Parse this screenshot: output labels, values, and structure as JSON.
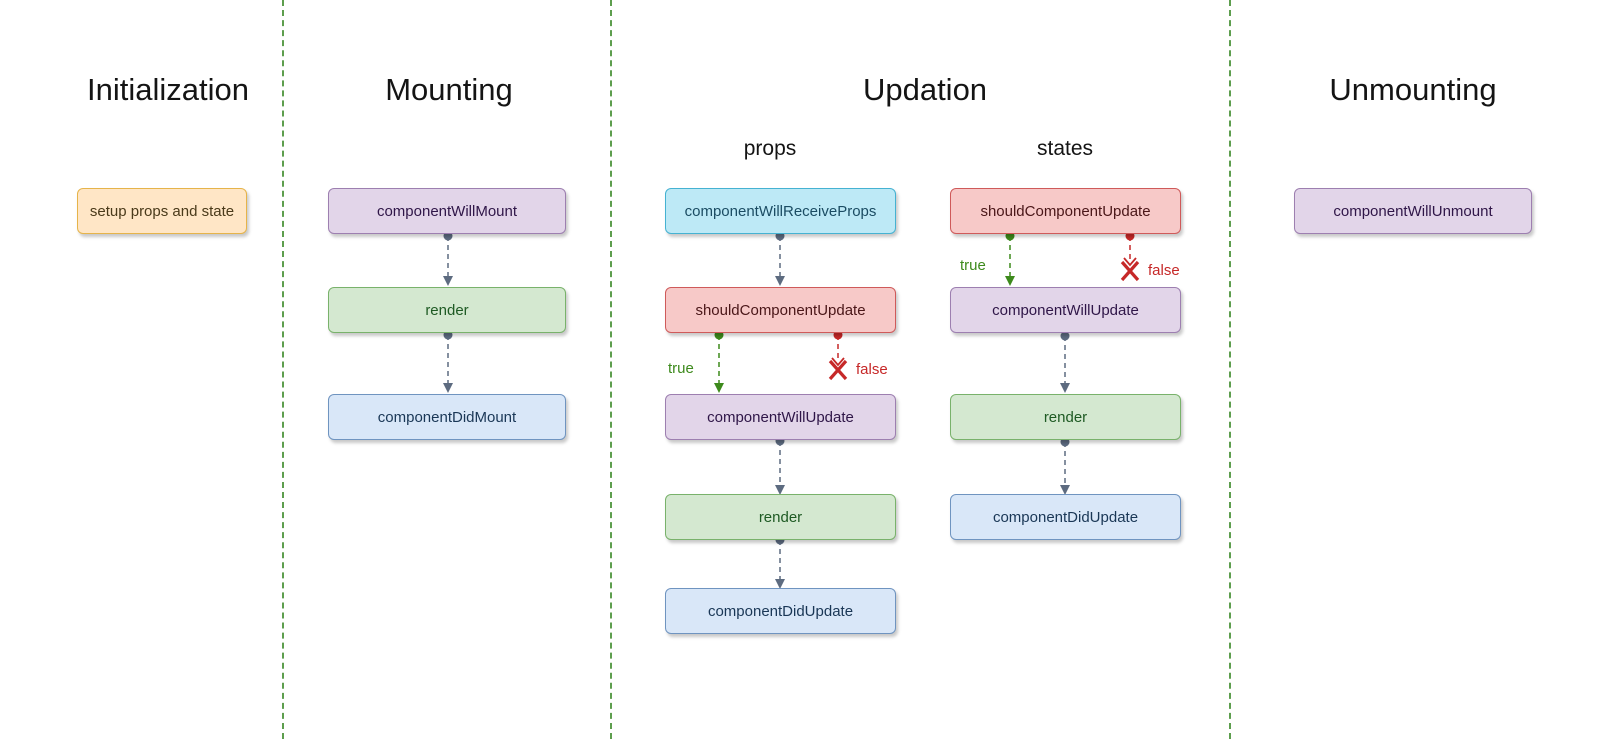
{
  "phases": {
    "initialization": "Initialization",
    "mounting": "Mounting",
    "updation": "Updation",
    "unmounting": "Unmounting"
  },
  "updation_columns": {
    "props": "props",
    "states": "states"
  },
  "initialization": {
    "setup": "setup props and state"
  },
  "mounting": {
    "will_mount": "componentWillMount",
    "render": "render",
    "did_mount": "componentDidMount"
  },
  "props_flow": {
    "will_receive_props": "componentWillReceiveProps",
    "should_update": "shouldComponentUpdate",
    "true_label": "true",
    "false_label": "false",
    "will_update": "componentWillUpdate",
    "render": "render",
    "did_update": "componentDidUpdate"
  },
  "states_flow": {
    "should_update": "shouldComponentUpdate",
    "true_label": "true",
    "false_label": "false",
    "will_update": "componentWillUpdate",
    "render": "render",
    "did_update": "componentDidUpdate"
  },
  "unmounting": {
    "will_unmount": "componentWillUnmount"
  },
  "colors": {
    "divider": "#5d9e4e",
    "connector": "#5d6b80",
    "true_branch": "#3d8a1c",
    "false_branch": "#c62828"
  }
}
